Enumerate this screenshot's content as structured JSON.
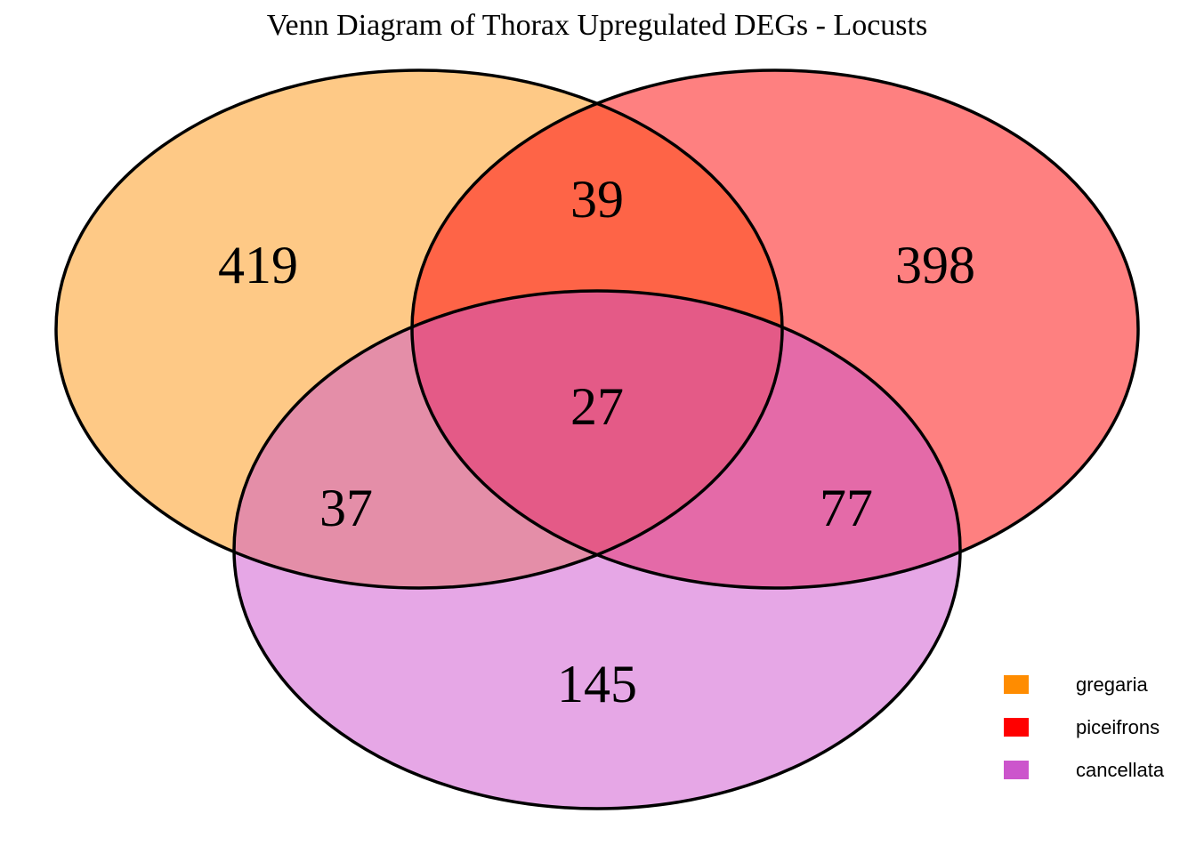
{
  "title": "Venn Diagram of Thorax Upregulated DEGs - Locusts",
  "sets": [
    {
      "name": "gregaria",
      "color": "#ff8c00"
    },
    {
      "name": "piceifrons",
      "color": "#ff0000"
    },
    {
      "name": "cancellata",
      "color": "#cc55cc"
    }
  ],
  "region_fills": {
    "gregaria_only": "#fec986",
    "piceifrons_only": "#fe8080",
    "cancellata_only": "#e6a7e6",
    "gregaria_piceifrons": "#fe6447",
    "gregaria_cancellata": "#e48ea8",
    "piceifrons_cancellata": "#e46aa8",
    "all_three": "#e45a87"
  },
  "counts": {
    "gregaria_only": "419",
    "piceifrons_only": "398",
    "cancellata_only": "145",
    "gregaria_piceifrons": "39",
    "gregaria_cancellata": "37",
    "piceifrons_cancellata": "77",
    "all_three": "27"
  },
  "legend": {
    "items": [
      {
        "label": "gregaria",
        "color": "#ff8c00"
      },
      {
        "label": "piceifrons",
        "color": "#ff0000"
      },
      {
        "label": "cancellata",
        "color": "#cc55cc"
      }
    ]
  }
}
